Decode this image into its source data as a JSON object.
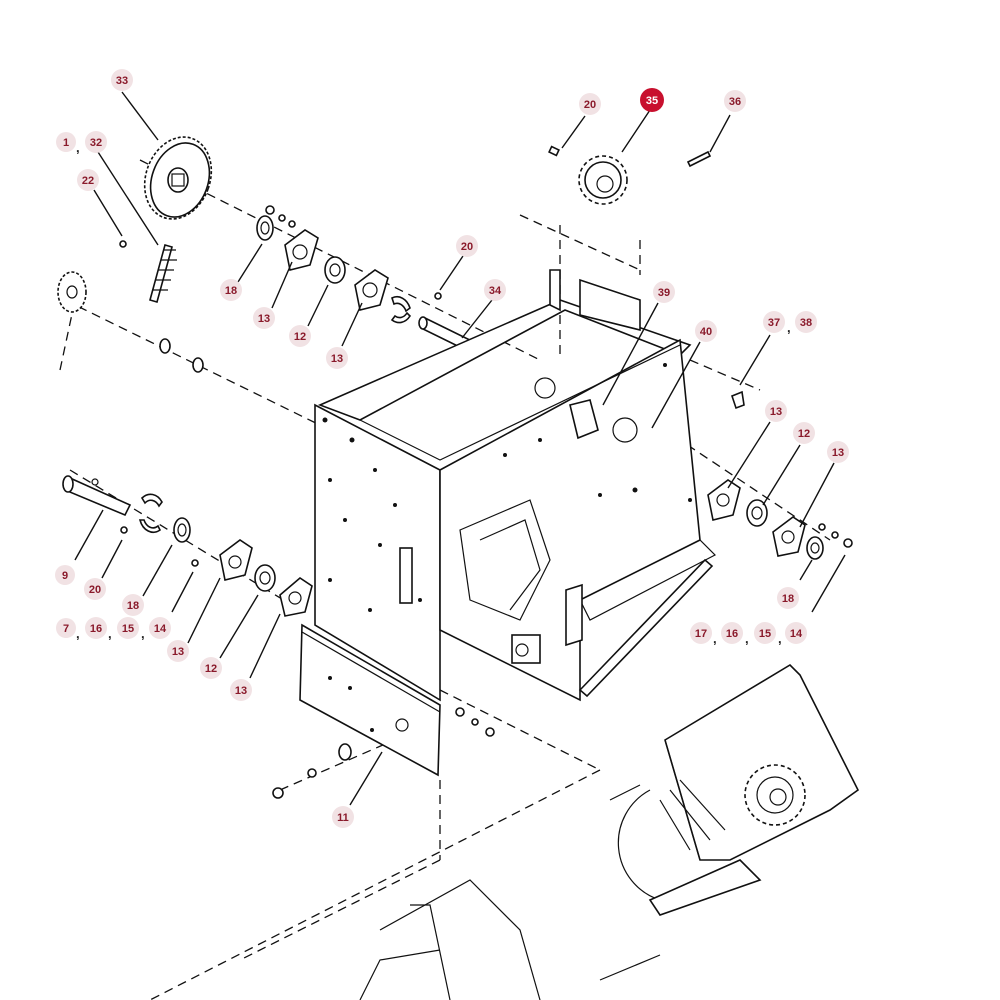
{
  "colors": {
    "callout_text": "#8a1a2b",
    "callout_bubble": "#f1e2e4",
    "highlight_bubble": "#c8102e",
    "line_art": "#111111"
  },
  "callouts": [
    {
      "id": "c33",
      "label": "33"
    },
    {
      "id": "c1",
      "label": "1"
    },
    {
      "id": "c32",
      "label": "32"
    },
    {
      "id": "c22",
      "label": "22"
    },
    {
      "id": "c18a",
      "label": "18"
    },
    {
      "id": "c13a",
      "label": "13"
    },
    {
      "id": "c12a",
      "label": "12"
    },
    {
      "id": "c13b",
      "label": "13"
    },
    {
      "id": "c20a",
      "label": "20"
    },
    {
      "id": "c34",
      "label": "34"
    },
    {
      "id": "c20b",
      "label": "20"
    },
    {
      "id": "c35",
      "label": "35",
      "highlight": true
    },
    {
      "id": "c36",
      "label": "36"
    },
    {
      "id": "c39",
      "label": "39"
    },
    {
      "id": "c40",
      "label": "40"
    },
    {
      "id": "c37",
      "label": "37"
    },
    {
      "id": "c38",
      "label": "38"
    },
    {
      "id": "c13c",
      "label": "13"
    },
    {
      "id": "c12b",
      "label": "12"
    },
    {
      "id": "c13d",
      "label": "13"
    },
    {
      "id": "c18b",
      "label": "18"
    },
    {
      "id": "c17b",
      "label": "17"
    },
    {
      "id": "c16b",
      "label": "16"
    },
    {
      "id": "c15b",
      "label": "15"
    },
    {
      "id": "c14b",
      "label": "14"
    },
    {
      "id": "c9",
      "label": "9"
    },
    {
      "id": "c20c",
      "label": "20"
    },
    {
      "id": "c18c",
      "label": "18"
    },
    {
      "id": "c7",
      "label": "7"
    },
    {
      "id": "c16a",
      "label": "16"
    },
    {
      "id": "c15a",
      "label": "15"
    },
    {
      "id": "c14a",
      "label": "14"
    },
    {
      "id": "c13e",
      "label": "13"
    },
    {
      "id": "c12c",
      "label": "12"
    },
    {
      "id": "c13f",
      "label": "13"
    },
    {
      "id": "c11",
      "label": "11"
    }
  ],
  "separator": ","
}
